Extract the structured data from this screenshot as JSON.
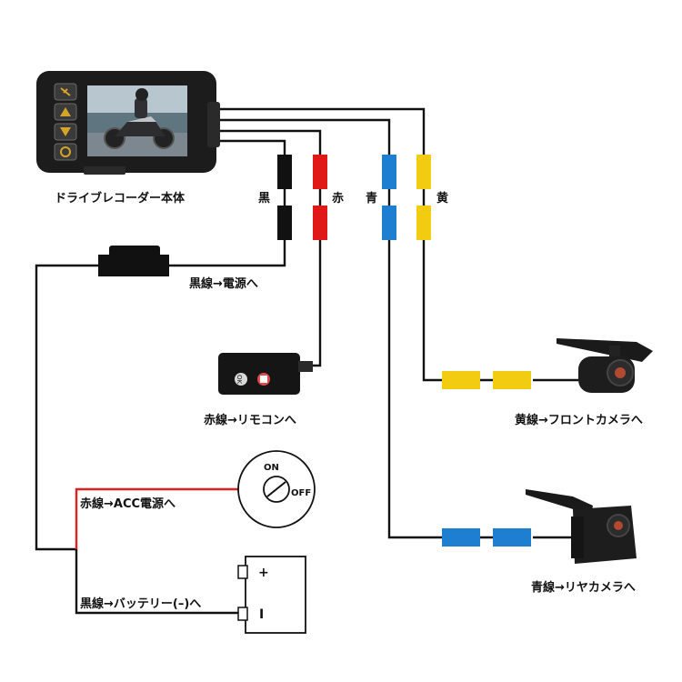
{
  "labels": {
    "main_unit": "ドライブレコーダー本体",
    "wire_black_short": "黒",
    "wire_red_short": "赤",
    "wire_blue_short": "青",
    "wire_yellow_short": "黄",
    "black_to_power": "黒線→電源へ",
    "red_to_remote": "赤線→リモコンへ",
    "yellow_to_front": "黄線→フロントカメラへ",
    "red_to_acc": "赤線→ACC電源へ",
    "blue_to_rear": "青線→リヤカメラへ",
    "black_to_battery": "黒線→バッテリー(–)へ"
  },
  "switch": {
    "on": "ON",
    "off": "OFF"
  },
  "battery": {
    "plus": "+",
    "minus": "I"
  },
  "remote": {
    "button_text": "OK"
  },
  "colors": {
    "black_connector": "#111111",
    "red_connector": "#e01818",
    "blue_connector": "#1e7fd0",
    "yellow_connector": "#f2cc10",
    "acc_wire": "#e02020"
  }
}
